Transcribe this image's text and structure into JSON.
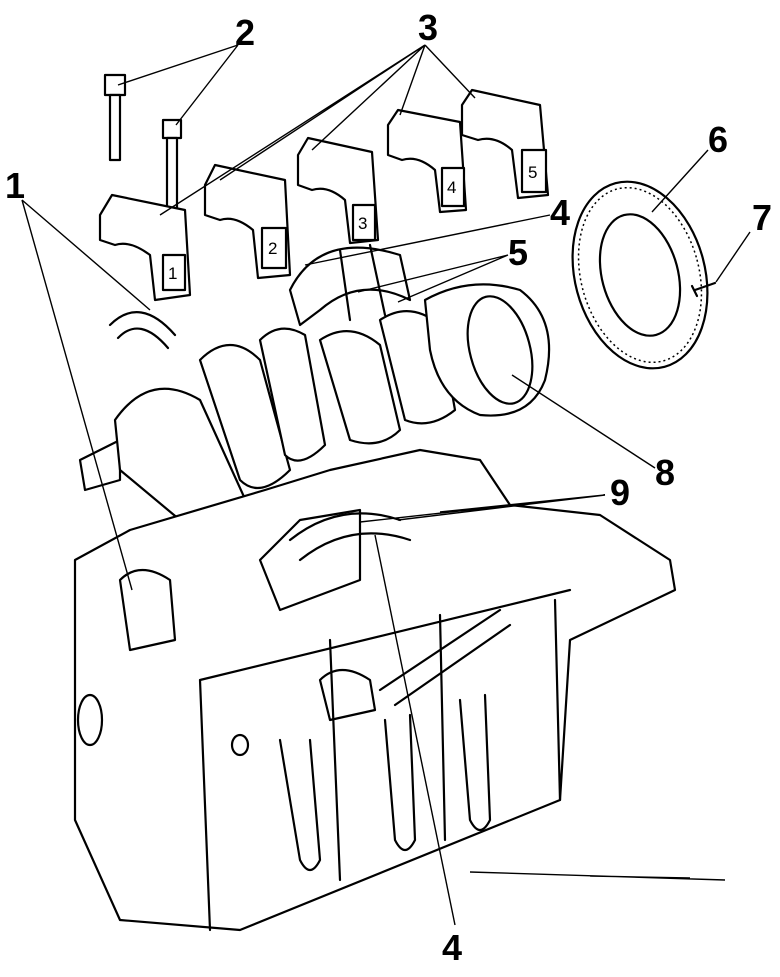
{
  "diagram": {
    "callouts": [
      "1",
      "2",
      "3",
      "4",
      "5",
      "6",
      "7",
      "8",
      "9",
      "4"
    ],
    "cap_numbers": [
      "1",
      "2",
      "3",
      "4",
      "5"
    ]
  }
}
